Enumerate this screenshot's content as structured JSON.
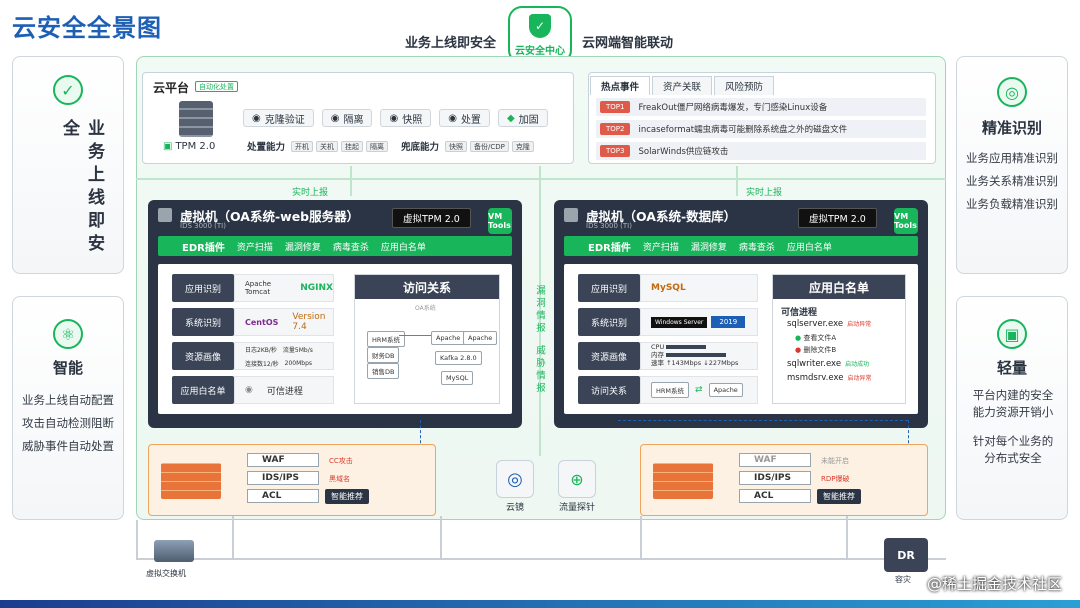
{
  "page_title": "云安全全景图",
  "hub": {
    "label": "云安全中心",
    "left_text": "业务上线即安全",
    "right_text": "云网端智能联动"
  },
  "left_panel_1": {
    "vertical_title": "业务上线即安全"
  },
  "left_panel_2": {
    "title": "智能",
    "items": [
      "业务上线自动配置",
      "攻击自动检测阻断",
      "威胁事件自动处置"
    ]
  },
  "right_panel_1": {
    "title": "精准识别",
    "items": [
      "业务应用精准识别",
      "业务关系精准识别",
      "业务负载精准识别"
    ]
  },
  "right_panel_2": {
    "title": "轻量",
    "items": [
      "平台内建的安全能力资源开销小",
      "针对每个业务的分布式安全"
    ]
  },
  "cloud_platform": {
    "title": "云平台",
    "tag": "自动化处置",
    "tpm": "TPM 2.0",
    "flow": [
      "克隆验证",
      "隔离",
      "快照",
      "处置",
      "加固"
    ],
    "handle_label": "处置能力",
    "handle_chips": [
      "开机",
      "关机",
      "挂起",
      "隔离"
    ],
    "fallback_label": "兜底能力",
    "fallback_chips": [
      "快照",
      "备份/CDP",
      "克隆"
    ]
  },
  "hot_events": {
    "tabs": [
      "热点事件",
      "资产关联",
      "风险预防"
    ],
    "rows": [
      {
        "badge": "TOP1",
        "text": "FreakOut僵尸网络病毒爆发，专门感染Linux设备"
      },
      {
        "badge": "TOP2",
        "text": "incaseformat蠕虫病毒可能删除系统盘之外的磁盘文件"
      },
      {
        "badge": "TOP3",
        "text": "SolarWinds供应链攻击"
      }
    ]
  },
  "realtime_report_left": "实时上报",
  "realtime_report_right": "实时上报",
  "center_vertical_1": "漏洞情报",
  "center_vertical_2": "威胁情报",
  "vm_left": {
    "title": "虚拟机（OA系统-web服务器）",
    "sub": "IDS 3000 (TI)",
    "tpm": "虚拟TPM 2.0",
    "tag": "VM Tools",
    "edr": {
      "name": "EDR插件",
      "items": [
        "资产扫描",
        "漏洞修复",
        "病毒查杀",
        "应用白名单"
      ]
    },
    "rows": [
      "应用识别",
      "系统识别",
      "资源画像",
      "应用白名单"
    ],
    "app_logos": [
      "Apache Tomcat",
      "NGINX"
    ],
    "sys_name": "CentOS",
    "sys_version": "Version 7.4",
    "res_labels": [
      "日志2KB/秒",
      "流量5Mb/s",
      "连接数12/秒",
      "200Mbps"
    ],
    "whitelist_text": "可信进程",
    "panel_title": "访问关系",
    "panel_sub": "OA系统",
    "nodes": [
      "HRM系统",
      "财务DB",
      "销售DB",
      "Apache",
      "Apache",
      "Kafka 2.8.0",
      "MySQL"
    ]
  },
  "vm_right": {
    "title": "虚拟机（OA系统-数据库）",
    "sub": "IDS 3000 (TI)",
    "tpm": "虚拟TPM 2.0",
    "tag": "VM Tools",
    "edr": {
      "name": "EDR插件",
      "items": [
        "资产扫描",
        "漏洞修复",
        "病毒查杀",
        "应用白名单"
      ]
    },
    "rows": [
      "应用识别",
      "系统识别",
      "资源画像",
      "访问关系"
    ],
    "app_logo": "MySQL",
    "sys_name": "Windows Server",
    "sys_version": "2019",
    "res": [
      "CPU",
      "内存",
      "速率",
      "143Mbps",
      "227Mbps"
    ],
    "access_from": "HRM系统",
    "access_to": "Apache",
    "panel_title": "应用白名单",
    "trusted_title": "可信进程",
    "processes": [
      {
        "name": "sqlserver.exe",
        "status": "启动异常",
        "ok": false
      },
      {
        "name": "查看文件A",
        "status": "",
        "ok": true,
        "sub": true
      },
      {
        "name": "删除文件B",
        "status": "",
        "ok": false,
        "sub": true
      },
      {
        "name": "sqlwriter.exe",
        "status": "启动成功",
        "ok": true
      },
      {
        "name": "msmdsrv.exe",
        "status": "启动异常",
        "ok": false
      }
    ]
  },
  "firewall_left": {
    "rows": [
      {
        "name": "WAF",
        "alert": "CC攻击"
      },
      {
        "name": "IDS/IPS",
        "alert": "黑域名"
      },
      {
        "name": "ACL",
        "alert": ""
      }
    ],
    "recommend": "智能推荐"
  },
  "firewall_right": {
    "rows": [
      {
        "name": "WAF",
        "alert": "未能开启"
      },
      {
        "name": "IDS/IPS",
        "alert": "RDP爆破"
      },
      {
        "name": "ACL",
        "alert": ""
      }
    ],
    "recommend": "智能推荐"
  },
  "tools": [
    {
      "label": "云镜"
    },
    {
      "label": "流量探针"
    }
  ],
  "switch_label": "虚拟交换机",
  "dr_label": "容灾",
  "watermark": "@稀土掘金技术社区",
  "colors": {
    "accent_green": "#18b55b",
    "title_blue": "#1d5fb5",
    "panel_dark": "#2b3444",
    "alert_red": "#d93a2b",
    "fw_orange": "#f0a35a"
  },
  "icons": [
    "shield-check-icon",
    "atom-icon",
    "radar-icon",
    "monitor-icon",
    "server-icon",
    "brick-wall-icon"
  ]
}
